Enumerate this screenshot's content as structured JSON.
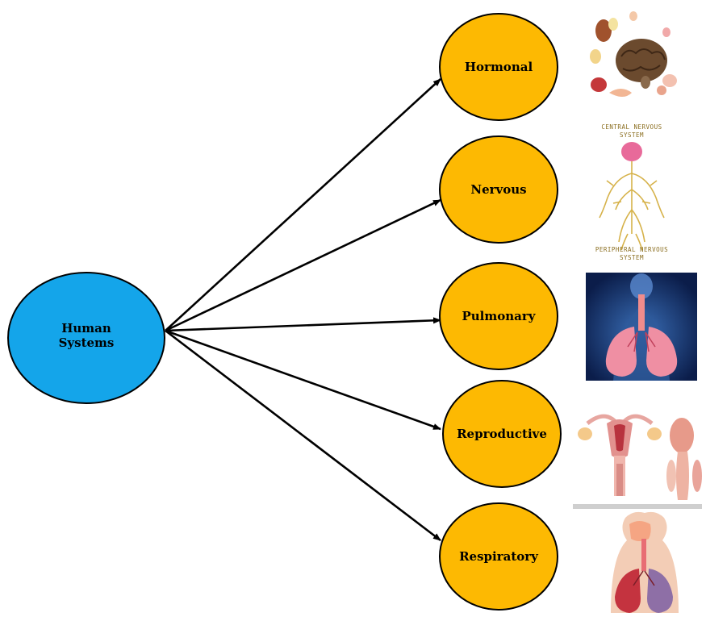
{
  "colors": {
    "hub_fill": "#14a5ea",
    "system_fill": "#fdb902",
    "stroke": "#000000",
    "arrow": "#000000"
  },
  "hub": {
    "label_line1": "Human",
    "label_line2": "Systems"
  },
  "systems": [
    {
      "label": "Hormonal",
      "illustration": "endocrine-glands-illustration"
    },
    {
      "label": "Nervous",
      "illustration": "nervous-system-illustration",
      "caption_top_line1": "CENTRAL NERVOUS",
      "caption_top_line2": "SYSTEM",
      "caption_bottom_line1": "PERIPHERAL NERVOUS",
      "caption_bottom_line2": "SYSTEM"
    },
    {
      "label": "Pulmonary",
      "illustration": "lungs-xray-illustration"
    },
    {
      "label": "Reproductive",
      "illustration": "reproductive-organs-illustration"
    },
    {
      "label": "Respiratory",
      "illustration": "respiratory-tract-illustration"
    }
  ]
}
